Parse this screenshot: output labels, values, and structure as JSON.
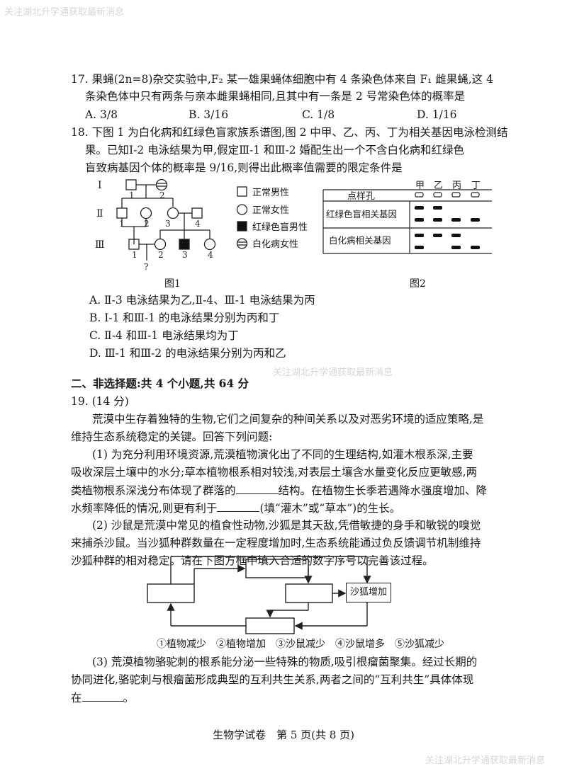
{
  "watermarks": {
    "top_left": "关注湖北升学通获取最新消息",
    "middle": "关注湖北升学通获取最新消息",
    "bottom_right": "关注湖北升学通获取最新消息"
  },
  "q17": {
    "line1": "17. 果蝇(2n=8)杂交实验中,F₂ 某一雄果蝇体细胞中有 4 条染色体来自 F₁ 雌果蝇,这 4",
    "line2": "条染色体中只有两条与亲本雌果蝇相同,且其中有一条是 2 号常染色体的概率是",
    "options": [
      "A. 3/8",
      "B. 3/16",
      "C. 1/8",
      "D. 1/16"
    ]
  },
  "q18": {
    "line1": "18. 下图 1 为白化病和红绿色盲家族系谱图,图 2 中甲、乙、丙、丁为相关基因电泳检测结",
    "line2": "果。已知Ⅰ-2 电泳结果为甲,假定Ⅲ-1 和Ⅲ-2 婚配生出一个不含白化病和红绿色",
    "line3": "盲致病基因个体的概率是 9/16,则得出此概率值需要的限定条件是",
    "pedigree": {
      "gen_labels": [
        "Ⅰ",
        "Ⅱ",
        "Ⅲ"
      ],
      "gen1": [
        "1",
        "2"
      ],
      "gen2": [
        "1",
        "2",
        "3",
        "4"
      ],
      "gen3": [
        "1",
        "2",
        "3",
        "4"
      ],
      "question_mark": "?",
      "legend": [
        "正常男性",
        "正常女性",
        "红绿色盲男性",
        "白化病女性"
      ],
      "caption": "图1"
    },
    "gel": {
      "columns": [
        "甲",
        "乙",
        "丙",
        "丁"
      ],
      "well_row": "点样孔",
      "gene_rows": [
        "红绿色盲相关基因",
        "白化病相关基因"
      ],
      "caption": "图2"
    },
    "options": [
      "A. Ⅱ-3 电泳结果为乙,Ⅱ-4、Ⅲ-1 电泳结果为丙",
      "B. Ⅰ-1 和Ⅲ-1 的电泳结果分别为丙和丁",
      "C. Ⅱ-4 和Ⅲ-1 电泳结果均为丁",
      "D. Ⅲ-1 和Ⅲ-2 的电泳结果分别为丙和乙"
    ]
  },
  "section2": {
    "title": "二、非选择题:共 4 个小题,共 64 分"
  },
  "q19": {
    "header": "19. (14 分)",
    "intro1": "荒漠中生存着独特的生物,它们之间复杂的种间关系以及对恶劣环境的适应策略,是",
    "intro2": "维持生态系统稳定的关键。回答下列问题:",
    "p1_l1": "(1) 为充分利用环境资源,荒漠植物演化出了不同的生理结构,如灌木根系深,主要",
    "p1_l2": "吸收深层土壤中的水分;草本植物根系相对较浅,对表层土壤含水量变化反应更敏感,两",
    "p1_l3a": "类植物根系深浅分布体现了群落的",
    "p1_l3b": "结构。在植物生长季若遇降水强度增加、降",
    "p1_l4a": "水频率降低的情况,则更有利于",
    "p1_l4b": "(填“灌木”或“草本”)的生长。",
    "p2_l1": "(2) 沙鼠是荒漠中常见的植食性动物,沙狐是其天敌,凭借敏捷的身手和敏锐的嗅觉",
    "p2_l2": "来捕杀沙鼠。当沙狐种群数量在一定程度增加时,生态系统能通过负反馈调节机制维持",
    "p2_l3": "沙狐种群的相对稳定。请在下图方框中填入合适的数字序号以完善该过程。",
    "cycle_box_label": "沙狐增加",
    "cycle_options": [
      "①植物减少",
      "②植物增加",
      "③沙鼠减少",
      "④沙鼠增多",
      "⑤沙狐减少"
    ],
    "p3_l1": "(3) 荒漠植物骆驼刺的根系能分泌一些特殊的物质,吸引根瘤菌聚集。经过长期的",
    "p3_l2": "协同进化,骆驼刺与根瘤菌形成典型的互利共生关系,两者之间的“互利共生”具体体现",
    "p3_l3a": "在",
    "p3_l3b": "。"
  },
  "footer": "生物学试卷　第 5 页(共 8 页)"
}
